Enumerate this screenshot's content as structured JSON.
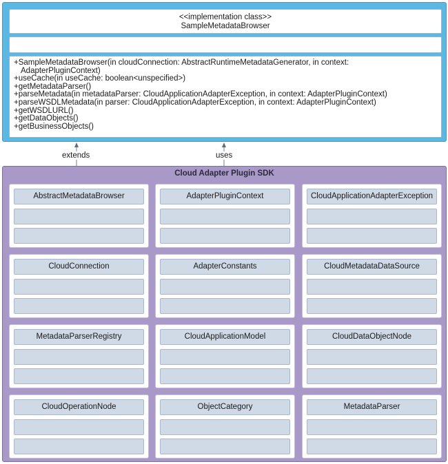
{
  "implementation_class": {
    "stereotype": "<<implementation class>>",
    "name": "SampleMetadataBrowser",
    "operations": [
      "+SampleMetadataBrowser(in cloudConnection: AbstractRuntimeMetadataGenerator, in context:",
      "  AdapterPluginContext)",
      "+useCache(in useCache: boolean<unspecified>)",
      "+getMetadataParser()",
      "+parseMetadata(in metadataParser: CloudApplicationAdapterException, in context: AdapterPluginContext)",
      "+parseWSDLMetadata(in parser: CloudApplicationAdapterException, in context: AdapterPluginContext)",
      "+getWSDLURL()",
      "+getDataObjects()",
      "+getBusinessObjects()"
    ]
  },
  "relations": {
    "extends_label": "extends",
    "uses_label": "uses"
  },
  "sdk": {
    "title": "Cloud Adapter Plugin SDK",
    "classes": [
      "AbstractMetadataBrowser",
      "AdapterPluginContext",
      "CloudApplicationAdapterException",
      "CloudConnection",
      "AdapterConstants",
      "CloudMetadataDataSource",
      "MetadataParserRegistry",
      "CloudApplicationModel",
      "CloudDataObjectNode",
      "CloudOperationNode",
      "ObjectCategory",
      "MetadataParser"
    ]
  },
  "colors": {
    "class_box": "#5bb8e3",
    "package": "#a999c9",
    "cell": "#cfdae6",
    "connector": "#6b7f8e"
  }
}
